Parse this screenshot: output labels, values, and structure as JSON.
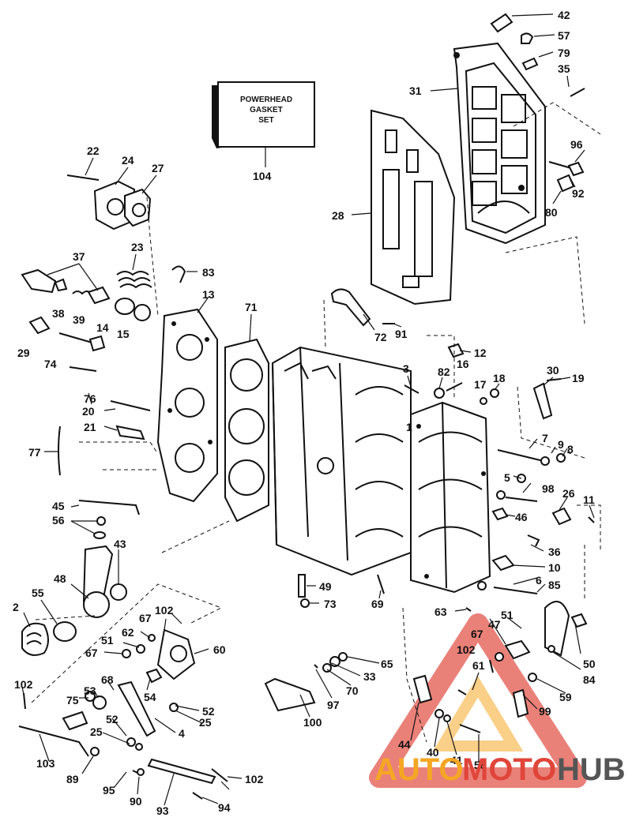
{
  "kit_box": {
    "lines": [
      "POWERHEAD",
      "GASKET",
      "SET"
    ]
  },
  "watermark": {
    "part1": "AUTO",
    "part2": "MOTO",
    "part3": "HUB",
    "color_orange": "#f5a623",
    "color_red": "#e0453a",
    "color_gray": "#555555"
  },
  "callouts": [
    "42",
    "57",
    "79",
    "35",
    "31",
    "96",
    "92",
    "80",
    "28",
    "104",
    "22",
    "24",
    "27",
    "23",
    "83",
    "37",
    "38",
    "39",
    "14",
    "15",
    "13",
    "71",
    "29",
    "74",
    "76",
    "20",
    "21",
    "77",
    "72",
    "91",
    "12",
    "82",
    "16",
    "18",
    "3",
    "17",
    "30",
    "19",
    "1",
    "7",
    "9",
    "8",
    "5",
    "6",
    "98",
    "26",
    "11",
    "46",
    "45",
    "56",
    "43",
    "48",
    "55",
    "2",
    "49",
    "73",
    "69",
    "36",
    "10",
    "85",
    "63",
    "67",
    "102",
    "62",
    "51",
    "60",
    "50",
    "47",
    "84",
    "65",
    "33",
    "70",
    "97",
    "68",
    "53",
    "54",
    "52",
    "75",
    "25",
    "4",
    "61",
    "59",
    "99",
    "100",
    "44",
    "40",
    "41",
    "58",
    "103",
    "89",
    "95",
    "90",
    "93",
    "94"
  ]
}
